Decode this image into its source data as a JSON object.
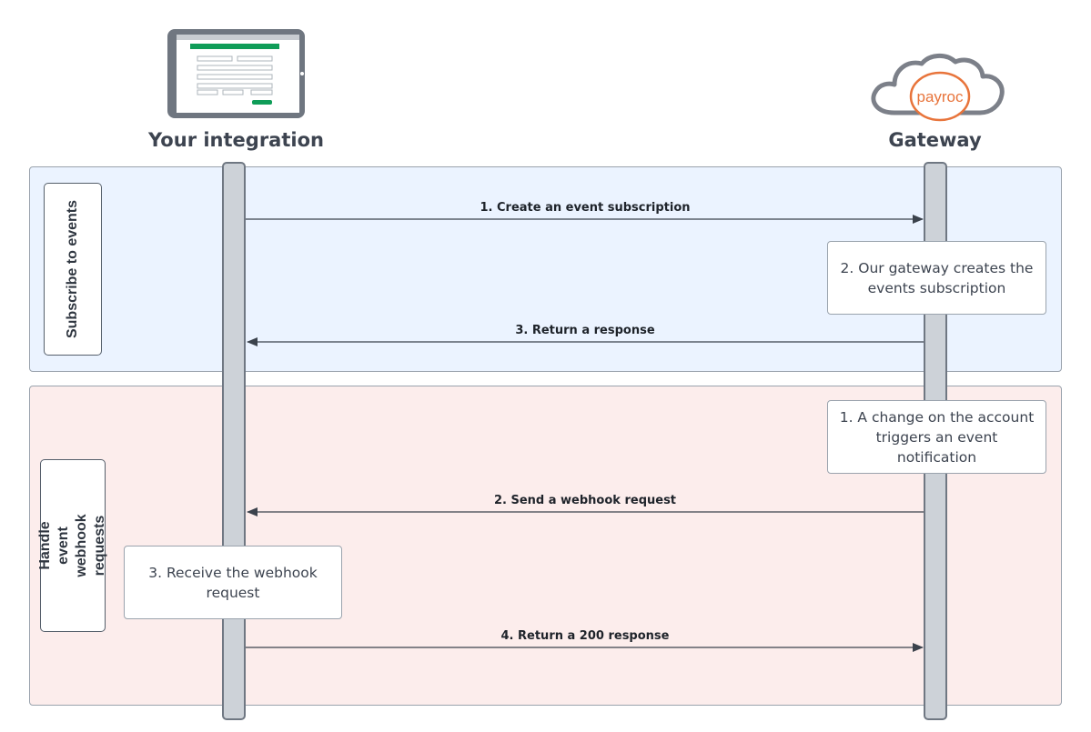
{
  "actors": {
    "left": {
      "title": "Your integration",
      "icon": "laptop-form-icon"
    },
    "right": {
      "title": "Gateway",
      "icon": "payroc-cloud-icon",
      "logo_text": "payroc"
    }
  },
  "groups": [
    {
      "label": "Subscribe to events"
    },
    {
      "label": "Handle event\nwebhook requests"
    }
  ],
  "messages": [
    {
      "label": "1. Create an event subscription",
      "direction": "left-to-right"
    },
    {
      "label": "3. Return a response",
      "direction": "right-to-left"
    },
    {
      "label": "2. Send a webhook request",
      "direction": "right-to-left"
    },
    {
      "label": "4. Return a 200 response",
      "direction": "left-to-right"
    }
  ],
  "notes": [
    {
      "text": "2. Our gateway creates the\nevents subscription"
    },
    {
      "text": "1. A change on the account\ntriggers an event\nnotification"
    },
    {
      "text": "3. Receive the webhook\nrequest"
    }
  ],
  "colors": {
    "group_blue": "#ebf3ff",
    "group_red": "#fcedec",
    "brand_green": "#0f9d58",
    "payroc_orange": "#e8743b",
    "lifeline": "#cdd2d8"
  }
}
